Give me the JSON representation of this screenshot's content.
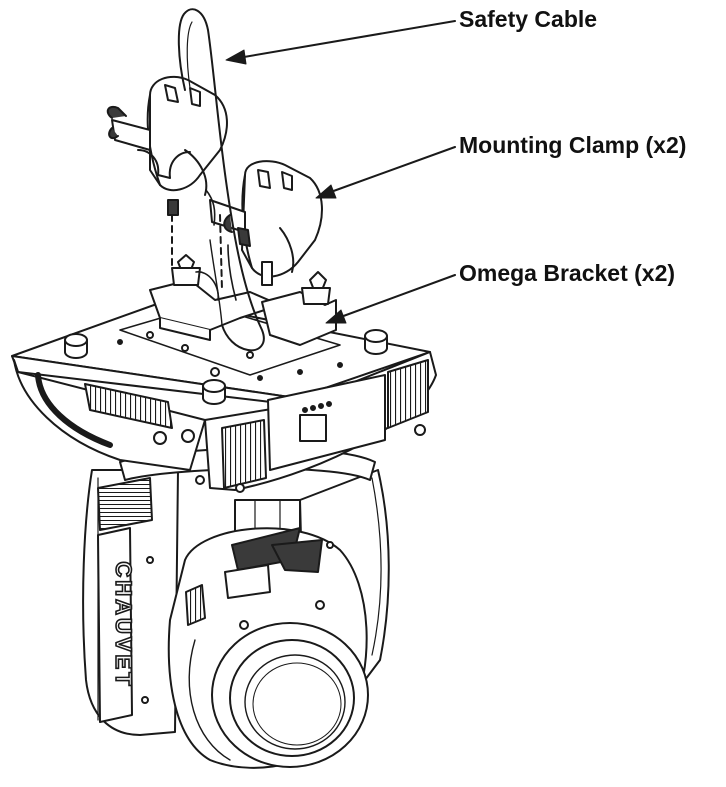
{
  "labels": {
    "safety_cable": "Safety Cable",
    "mounting_clamp": "Mounting Clamp (x2)",
    "omega_bracket": "Omega Bracket (x2)"
  },
  "logo_text": "CHAUVET",
  "colors": {
    "line": "#1a1a1a",
    "body_fill": "#ffffff",
    "shade_fill": "#d6d6d6",
    "dark_fill": "#3a3a3a"
  }
}
